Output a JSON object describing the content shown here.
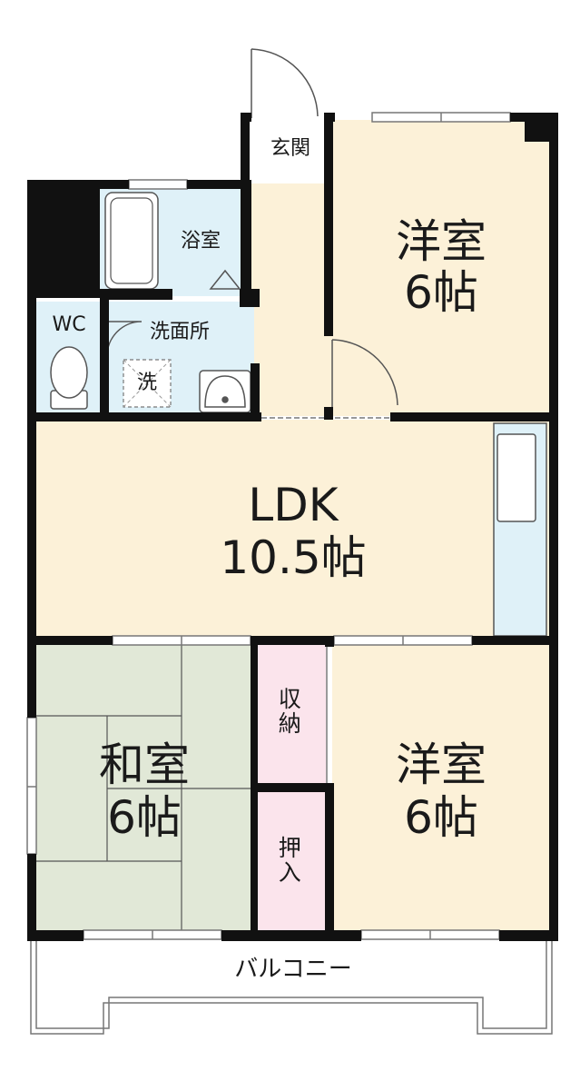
{
  "rooms": {
    "genkan": "玄関",
    "bathroom": "浴室",
    "wc": "WC",
    "washroom": "洗面所",
    "washer_mark": "洗",
    "western_top": {
      "name": "洋室",
      "size": "6帖"
    },
    "ldk": {
      "name": "LDK",
      "size": "10.5帖"
    },
    "japanese": {
      "name": "和室",
      "size": "6帖"
    },
    "storage": "収納",
    "closet": "押入",
    "western_bottom": {
      "name": "洋室",
      "size": "6帖"
    },
    "balcony": "バルコニー"
  },
  "colors": {
    "wall": "#111111",
    "western_floor": "#fcf1d8",
    "ldk_floor": "#fcf1d8",
    "wet_area": "#dff1f8",
    "tatami": "#e1e8d7",
    "storage": "#fbe4ec",
    "hall_floor": "#fcf1d8"
  }
}
